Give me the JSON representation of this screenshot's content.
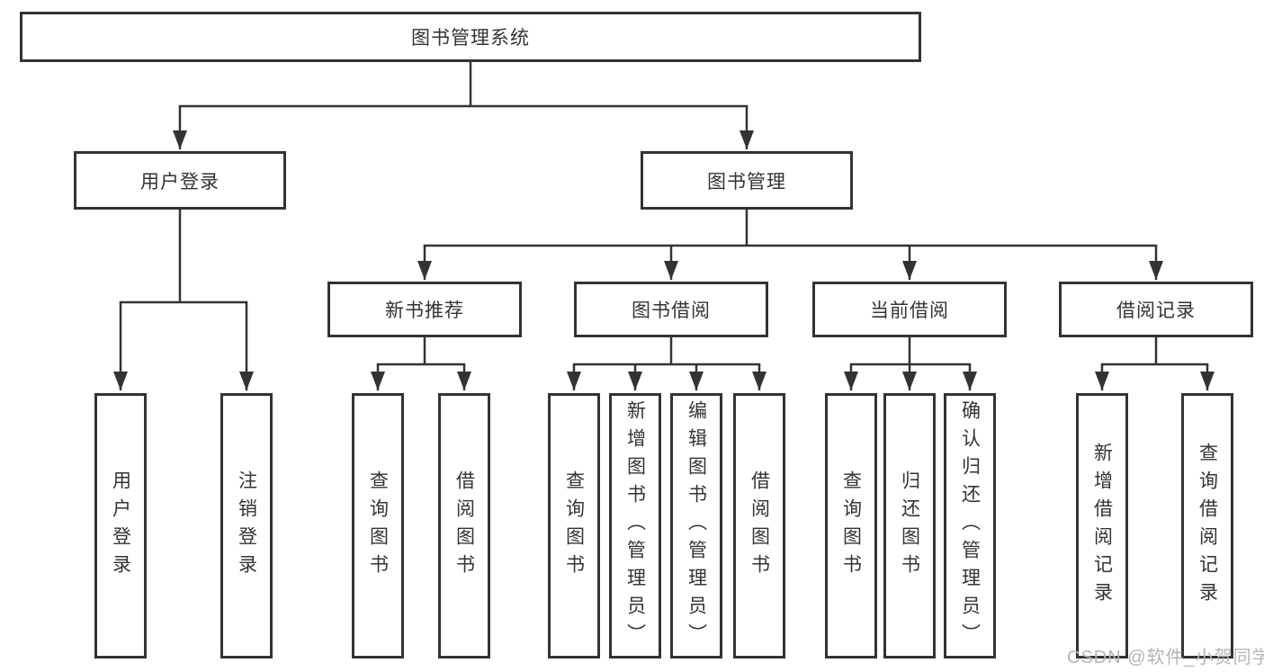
{
  "tree": {
    "root": {
      "label": "图书管理系统"
    },
    "branches": [
      {
        "label": "用户登录",
        "children": [
          {
            "label": "用户登录"
          },
          {
            "label": "注销登录"
          }
        ]
      },
      {
        "label": "图书管理",
        "sections": [
          {
            "label": "新书推荐",
            "children": [
              {
                "label": "查询图书"
              },
              {
                "label": "借阅图书"
              }
            ]
          },
          {
            "label": "图书借阅",
            "children": [
              {
                "label": "查询图书"
              },
              {
                "label": "新增图书（管理员）"
              },
              {
                "label": "编辑图书（管理员）"
              },
              {
                "label": "借阅图书"
              }
            ]
          },
          {
            "label": "当前借阅",
            "children": [
              {
                "label": "查询图书"
              },
              {
                "label": "归还图书"
              },
              {
                "label": "确认归还（管理员）"
              }
            ]
          },
          {
            "label": "借阅记录",
            "children": [
              {
                "label": "新增借阅记录"
              },
              {
                "label": "查询借阅记录"
              }
            ]
          }
        ]
      }
    ]
  },
  "watermark": {
    "text": "CSDN @软件_小贺同学"
  },
  "colors": {
    "line": "#333333",
    "text": "#333333",
    "box_background": "#ffffff",
    "watermark": "#b5b5b5",
    "background": "#ffffff"
  }
}
